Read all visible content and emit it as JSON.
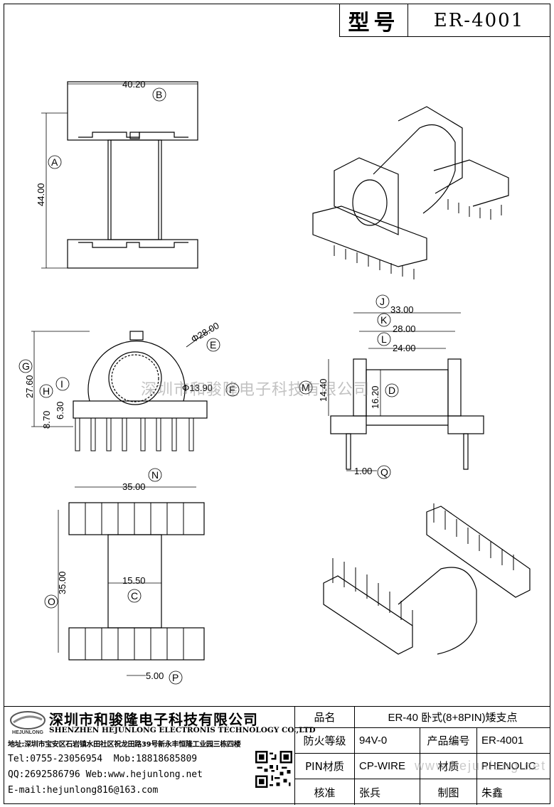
{
  "header": {
    "model_label": "型号",
    "model_value": "ER-4001"
  },
  "dimensions": {
    "B": "40.20",
    "A": "44.00",
    "E": "Φ28.00",
    "F": "Φ13.90",
    "G": "27.60",
    "H": "8.70",
    "I": "6.30",
    "J": "33.00",
    "K": "28.00",
    "L": "24.00",
    "M": "14.40",
    "D": "16.20",
    "Q": "1.00",
    "N": "35.00",
    "O": "35.00",
    "C": "15.50",
    "P": "5.00"
  },
  "letters": {
    "A": "A",
    "B": "B",
    "C": "C",
    "D": "D",
    "E": "E",
    "F": "F",
    "G": "G",
    "H": "H",
    "I": "I",
    "J": "J",
    "K": "K",
    "L": "L",
    "M": "M",
    "N": "N",
    "O": "O",
    "P": "P",
    "Q": "Q"
  },
  "watermark": "深圳市和骏隆电子科技有限公司",
  "watermark2": "www.hejunlong.net",
  "company": {
    "logo_text": "HEJUNLONG",
    "cn_name": "深圳市和骏隆电子科技有限公司",
    "en_name": "SHENZHEN HEJUNLONG ELECTRONIS TECHNOLOGY CO.,LTD",
    "address": "地址:深圳市宝安区石岩镇水田社区祝龙田路39号新永丰恒隆工业园三栋四楼",
    "tel": "Tel:0755-23056954",
    "mob": "Mob:18818685809",
    "qq": "QQ:2692586796",
    "web": "Web:www.hejunlong.net",
    "email": "E-mail:hejunlong816@163.com"
  },
  "spec": {
    "name_label": "品名",
    "name_value": "ER-40 卧式(8+8PIN)矮支点",
    "fire_label": "防火等级",
    "fire_value": "94V-0",
    "code_label": "产品编号",
    "code_value": "ER-4001",
    "pin_label": "PIN材质",
    "pin_value": "CP-WIRE",
    "material_label": "材质",
    "material_value": "PHENOLIC",
    "check_label": "核准",
    "check_value": "张兵",
    "draw_label": "制图",
    "draw_value": "朱鑫"
  }
}
